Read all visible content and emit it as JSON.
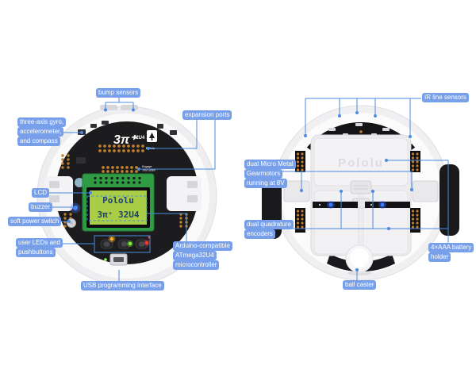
{
  "colors": {
    "annotation_pill_bg": "#78a0ea",
    "annotation_text": "#ffffff",
    "leader_line": "#4b8be0",
    "pcb_black": "#1c1c1f",
    "lcd_board_green": "#2f9b43",
    "lcd_screen_green": "#a9cd45",
    "lcd_text_blue": "#1c4170",
    "chassis_white": "#f2f2f5",
    "gold_pad": "#bd7d30"
  },
  "annotations": {
    "bump_sensors": {
      "lines": [
        "bump sensors"
      ]
    },
    "gyro": {
      "lines": [
        "three-axis gyro,",
        "accelerometer,",
        "and compass"
      ]
    },
    "expansion_ports": {
      "lines": [
        "expansion ports"
      ]
    },
    "lcd": {
      "lines": [
        "LCD"
      ]
    },
    "buzzer": {
      "lines": [
        "buzzer"
      ]
    },
    "soft_power_switch": {
      "lines": [
        "soft power switch"
      ]
    },
    "user_leds": {
      "lines": [
        "user LEDs and",
        "pushbuttons"
      ]
    },
    "mcu": {
      "lines": [
        "Arduino-compatible",
        "ATmega32U4",
        "microcontroller"
      ]
    },
    "usb": {
      "lines": [
        "USB programming interface"
      ]
    },
    "ir_sensors": {
      "lines": [
        "IR line sensors"
      ]
    },
    "gearmotors": {
      "lines": [
        "dual Micro Metal",
        "Gearmotors",
        "running at 8V"
      ]
    },
    "encoders": {
      "lines": [
        "dual quadrature",
        "encoders"
      ]
    },
    "battery": {
      "lines": [
        "4×AAA battery",
        "holder"
      ]
    },
    "ball_caster": {
      "lines": [
        "ball caster"
      ]
    }
  },
  "left_robot": {
    "silkscreen_name": "3π⁺",
    "silkscreen_model": "32U4",
    "logo_text": "Pololu",
    "slogan_line1": "Engage",
    "slogan_line2": "Your Brain",
    "lcd_line1": "Pololu",
    "lcd_line2": "3π⁺ 32U4"
  },
  "right_robot": {
    "embossed_text": "Pololu"
  }
}
